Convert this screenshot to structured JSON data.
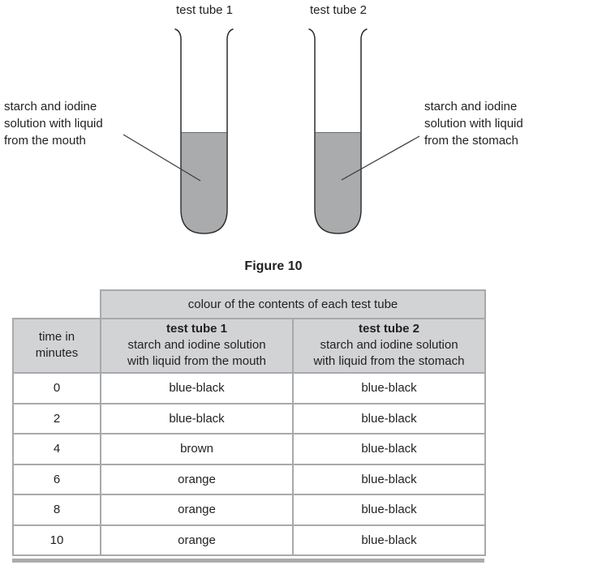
{
  "diagram": {
    "tube1_label": "test tube 1",
    "tube2_label": "test tube 2",
    "left_annotation_lines": [
      "starch and iodine",
      "solution with liquid",
      "from the mouth"
    ],
    "right_annotation_lines": [
      "starch and iodine",
      "solution with liquid",
      "from the stomach"
    ],
    "caption": "Figure 10",
    "liquid_color": "#a9abad",
    "outline_color": "#2b2b2b"
  },
  "table": {
    "span_header": "colour of the contents of each test tube",
    "time_header_lines": [
      "time in",
      "minutes"
    ],
    "col2_title": "test tube 1",
    "col2_sub_lines": [
      "starch and iodine solution",
      "with liquid from the mouth"
    ],
    "col3_title": "test tube 2",
    "col3_sub_lines": [
      "starch and iodine solution",
      "with liquid from the stomach"
    ],
    "rows": [
      {
        "time": "0",
        "tube1": "blue-black",
        "tube2": "blue-black"
      },
      {
        "time": "2",
        "tube1": "blue-black",
        "tube2": "blue-black"
      },
      {
        "time": "4",
        "tube1": "brown",
        "tube2": "blue-black"
      },
      {
        "time": "6",
        "tube1": "orange",
        "tube2": "blue-black"
      },
      {
        "time": "8",
        "tube1": "orange",
        "tube2": "blue-black"
      },
      {
        "time": "10",
        "tube1": "orange",
        "tube2": "blue-black"
      }
    ],
    "header_bg": "#d2d3d5",
    "border_color": "#a8a9ab"
  }
}
